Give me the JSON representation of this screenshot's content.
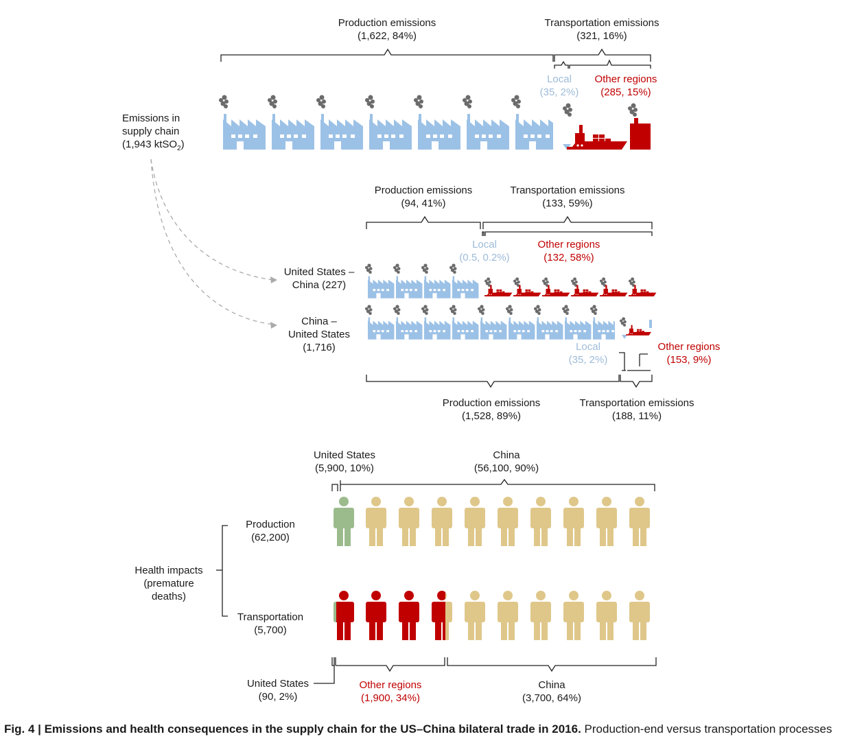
{
  "colors": {
    "factory": "#9cc1e6",
    "ship": "#c00000",
    "smoke": "#6b6b6b",
    "us_person": "#9bbb8d",
    "china_person": "#dfc78a",
    "other_person": "#c00000"
  },
  "total": {
    "label_line1": "Emissions in",
    "label_line2": "supply chain",
    "label_line3": "(1,943 ktSO",
    "label_sub": "2",
    "label_end": ")",
    "production_title": "Production emissions",
    "production_value": "(1,622, 84%)",
    "transport_title": "Transportation emissions",
    "transport_value": "(321, 16%)",
    "local_title": "Local",
    "local_value": "(35, 2%)",
    "other_title": "Other regions",
    "other_value": "(285, 15%)"
  },
  "us_china": {
    "label_line1": "United States –",
    "label_line2": "China (227)",
    "production_title": "Production emissions",
    "production_value": "(94, 41%)",
    "transport_title": "Transportation emissions",
    "transport_value": "(133, 59%)",
    "local_title": "Local",
    "local_value": "(0.5, 0.2%)",
    "other_title": "Other regions",
    "other_value": "(132, 58%)"
  },
  "china_us": {
    "label_line1": "China –",
    "label_line2": "United States",
    "label_line3": "(1,716)",
    "local_title": "Local",
    "local_value": "(35, 2%)",
    "other_title": "Other regions",
    "other_value": "(153, 9%)",
    "production_title": "Production emissions",
    "production_value": "(1,528, 89%)",
    "transport_title": "Transportation emissions",
    "transport_value": "(188, 11%)"
  },
  "health": {
    "label_line1": "Health impacts",
    "label_line2": "(premature",
    "label_line3": "deaths)",
    "production_title": "Production",
    "production_value": "(62,200)",
    "transport_title": "Transportation",
    "transport_value": "(5,700)",
    "prod_us_title": "United States",
    "prod_us_value": "(5,900, 10%)",
    "prod_china_title": "China",
    "prod_china_value": "(56,100, 90%)",
    "trans_us_title": "United States",
    "trans_us_value": "(90, 2%)",
    "trans_other_title": "Other regions",
    "trans_other_value": "(1,900, 34%)",
    "trans_china_title": "China",
    "trans_china_value": "(3,700, 64%)"
  },
  "caption": {
    "bold": "Fig. 4 | Emissions and health consequences in the supply chain for the US–China bilateral trade in 2016.",
    "normal": " Production-end versus transportation processes"
  }
}
